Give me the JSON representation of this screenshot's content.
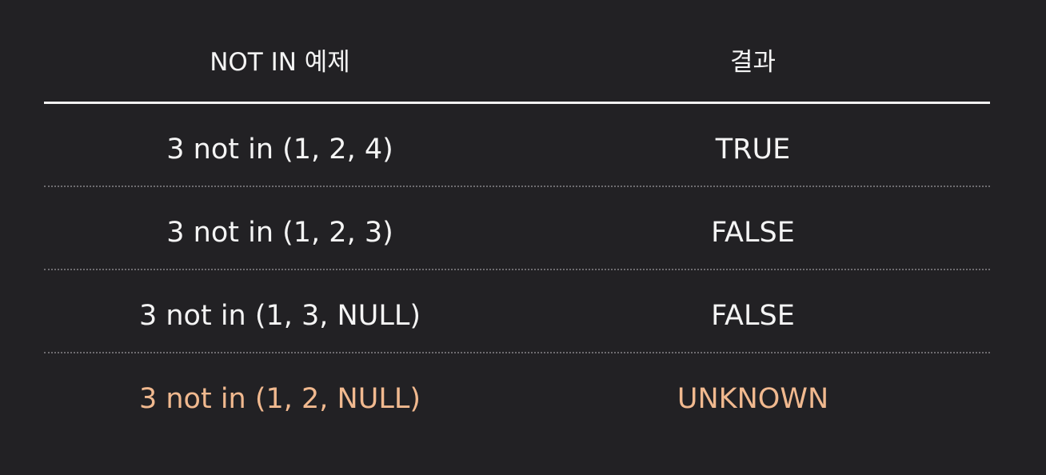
{
  "table": {
    "headers": {
      "expression": "NOT IN 예제",
      "result": "결과"
    },
    "rows": [
      {
        "expression": "3 not in (1, 2, 4)",
        "result": "TRUE"
      },
      {
        "expression": "3 not in (1, 2, 3)",
        "result": "FALSE"
      },
      {
        "expression": "3 not in (1, 3, NULL)",
        "result": "FALSE"
      },
      {
        "expression": "3 not in (1, 2, NULL)",
        "result": "UNKNOWN"
      }
    ]
  },
  "colors": {
    "background": "#222124",
    "text": "#f4f4f4",
    "highlight": "#f1b98f",
    "divider": "#6e6c70"
  }
}
